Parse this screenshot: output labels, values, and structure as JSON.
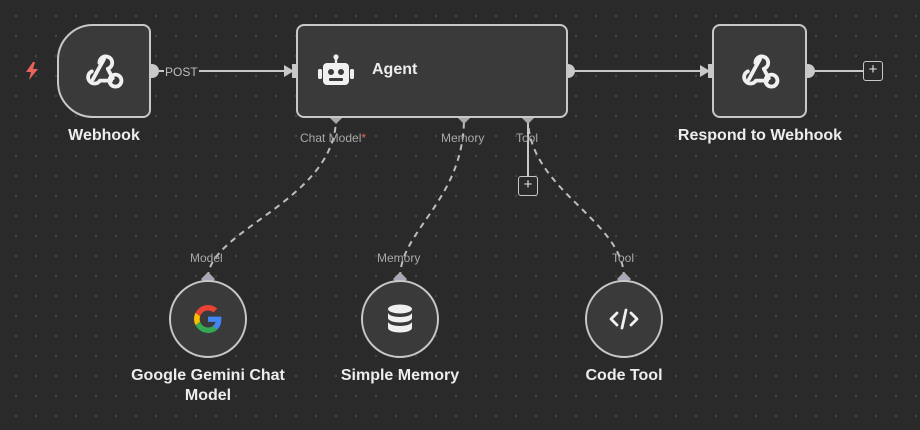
{
  "nodes": {
    "webhook": {
      "label": "Webhook",
      "icon": "webhook-icon"
    },
    "agent": {
      "label": "Agent",
      "icon": "robot-icon"
    },
    "respond": {
      "label": "Respond to Webhook",
      "icon": "webhook-icon"
    },
    "gemini": {
      "label": "Google Gemini Chat Model",
      "icon": "google-g-icon"
    },
    "memory": {
      "label": "Simple Memory",
      "icon": "database-icon"
    },
    "code": {
      "label": "Code Tool",
      "icon": "code-icon"
    }
  },
  "connections": {
    "webhook_output_label": "POST"
  },
  "agent_inputs": {
    "chat_model": "Chat Model",
    "chat_model_required": "*",
    "memory": "Memory",
    "tool": "Tool"
  },
  "sub_inputs": {
    "gemini": "Model",
    "memory": "Memory",
    "code": "Tool"
  },
  "buttons": {
    "add_after_respond": "+",
    "add_tool": "+"
  },
  "colors": {
    "background": "#2a2a2a",
    "node_fill": "#3a3a3a",
    "node_border": "#c8c8c8",
    "trigger": "#e9645a"
  }
}
